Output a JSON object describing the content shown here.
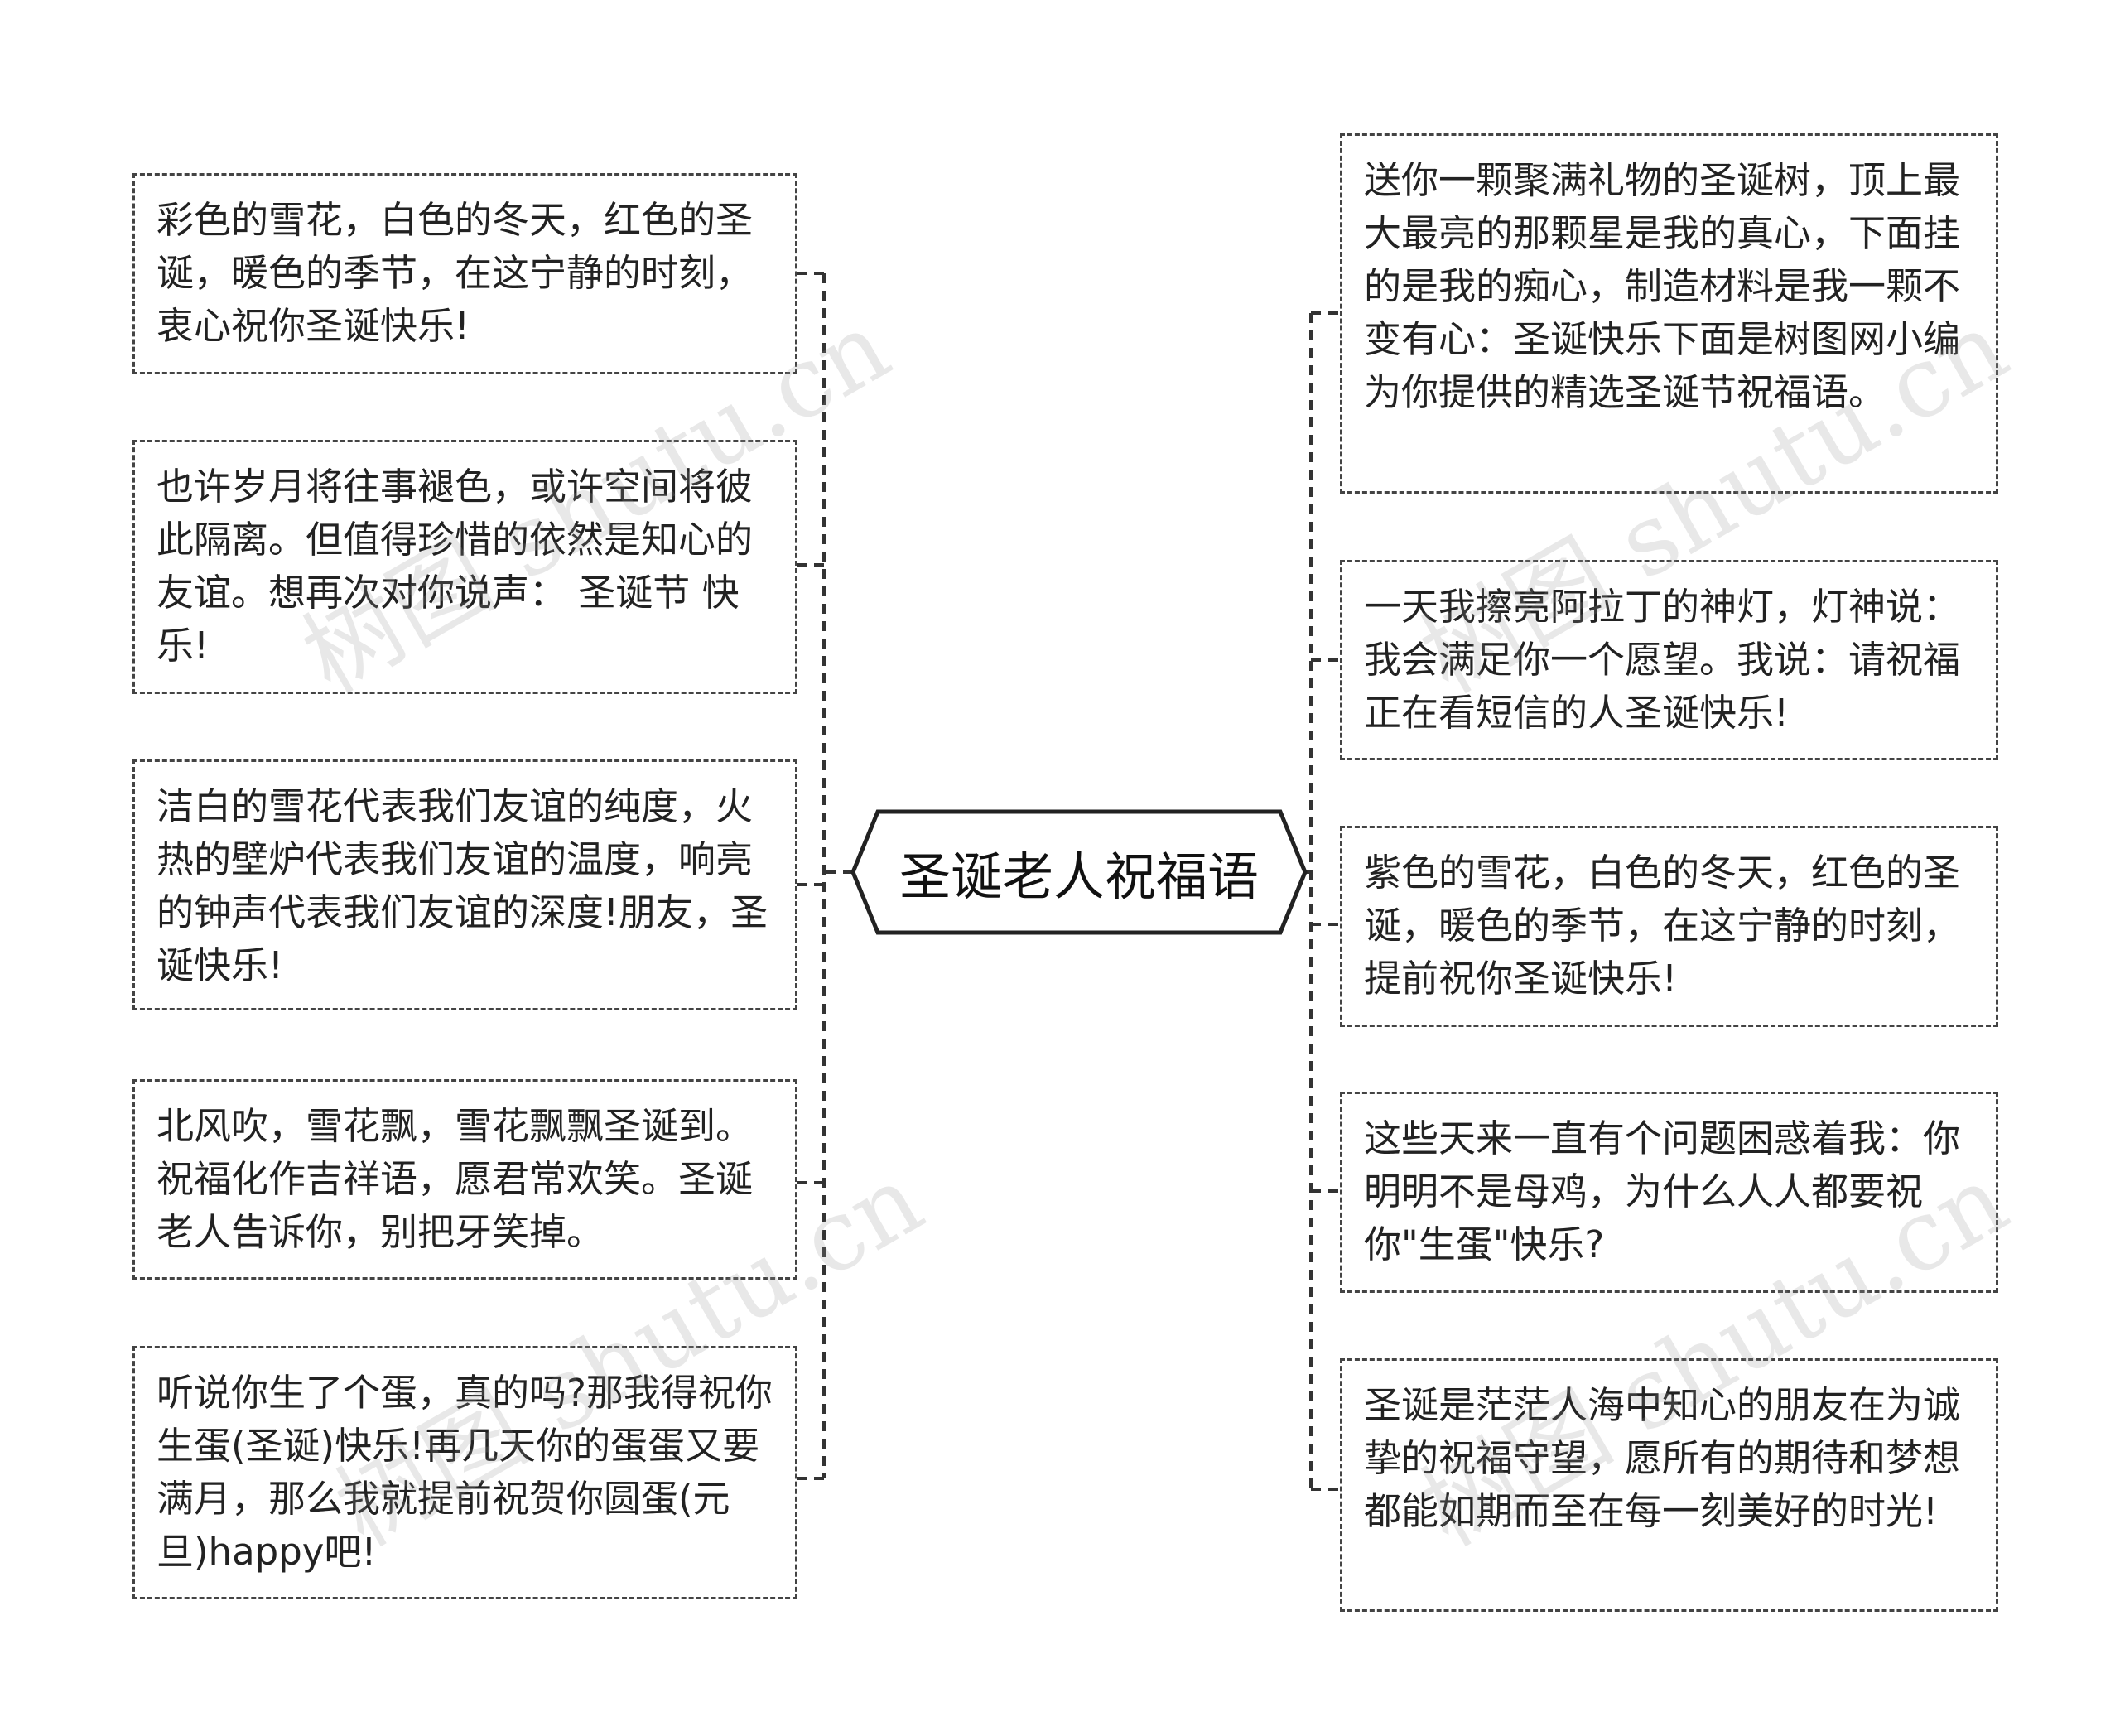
{
  "center": {
    "label": "圣诞老人祝福语"
  },
  "left_nodes": [
    {
      "text": "彩色的雪花，白色的冬天，红色的圣诞，暖色的季节，在这宁静的时刻，衷心祝你圣诞快乐!"
    },
    {
      "text": "也许岁月将往事褪色，或许空间将彼此隔离。但值得珍惜的依然是知心的友谊。想再次对你说声：  圣诞节 快乐!"
    },
    {
      "text": "洁白的雪花代表我们友谊的纯度，火热的壁炉代表我们友谊的温度，响亮的钟声代表我们友谊的深度!朋友，圣诞快乐!"
    },
    {
      "text": "北风吹，雪花飘，雪花飘飘圣诞到。祝福化作吉祥语，愿君常欢笑。圣诞老人告诉你，别把牙笑掉。"
    },
    {
      "text": "听说你生了个蛋，真的吗?那我得祝你生蛋(圣诞)快乐!再几天你的蛋蛋又要满月，那么我就提前祝贺你圆蛋(元旦)happy吧!"
    }
  ],
  "right_nodes": [
    {
      "text": "送你一颗聚满礼物的圣诞树，顶上最大最亮的那颗星是我的真心，下面挂的是我的痴心，制造材料是我一颗不变有心：圣诞快乐下面是树图网小编为你提供的精选圣诞节祝福语。"
    },
    {
      "text": "一天我擦亮阿拉丁的神灯，灯神说：我会满足你一个愿望。我说：请祝福正在看短信的人圣诞快乐!"
    },
    {
      "text": "紫色的雪花，白色的冬天，红色的圣诞，暖色的季节，在这宁静的时刻，提前祝你圣诞快乐!"
    },
    {
      "text": "这些天来一直有个问题困惑着我：你明明不是母鸡，为什么人人都要祝你\"生蛋\"快乐?"
    },
    {
      "text": "圣诞是茫茫人海中知心的朋友在为诚挚的祝福守望，愿所有的期待和梦想都能如期而至在每一刻美好的时光!"
    }
  ],
  "watermark": {
    "text": "树图 shutu.cn"
  },
  "colors": {
    "line": "#333333",
    "border": "#444444",
    "text": "#222222"
  }
}
